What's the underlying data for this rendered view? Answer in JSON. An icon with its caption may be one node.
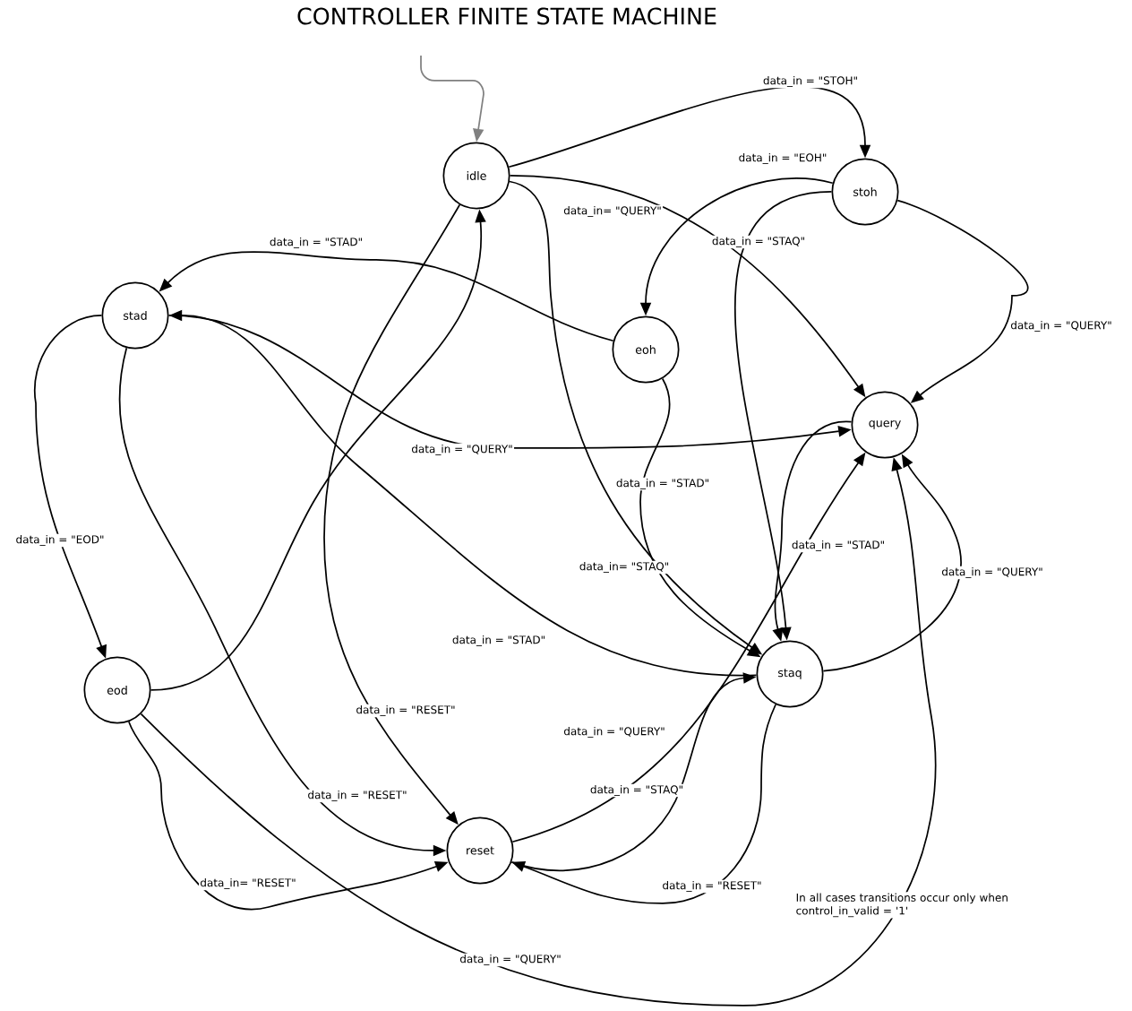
{
  "diagram": {
    "title": "CONTROLLER FINITE STATE MACHINE",
    "nodes": [
      {
        "text": [
          "idle"
        ]
      },
      {
        "text": [
          "stoh"
        ]
      },
      {
        "text": [
          "stad"
        ]
      },
      {
        "text": [
          "eoh"
        ]
      },
      {
        "text": [
          "query"
        ]
      },
      {
        "text": [
          "eod"
        ]
      },
      {
        "text": [
          "staq"
        ]
      },
      {
        "text": [
          "reset"
        ]
      }
    ],
    "edges": [
      {
        "from": null,
        "to": 0,
        "arrow": "to",
        "color": "#808080"
      },
      {
        "from": 0,
        "to": 1,
        "arrow": "to",
        "label": "data_in = \"STOH\""
      },
      {
        "from": 1,
        "to": 3,
        "arrow": "to",
        "label": "data_in = \"EOH\""
      },
      {
        "from": 0,
        "to": 4,
        "arrow": "to",
        "label": "data_in= \"QUERY\""
      },
      {
        "from": 1,
        "to": 6,
        "arrow": "to",
        "label": "data_in = \"STAQ\""
      },
      {
        "from": 1,
        "to": 4,
        "arrow": "to",
        "label": "data_in = \"QUERY\""
      },
      {
        "from": 3,
        "to": 2,
        "arrow": "to",
        "label": "data_in = \"STAD\""
      },
      {
        "from": 2,
        "to": 4,
        "arrow": "to",
        "label": "data_in = \"QUERY\""
      },
      {
        "from": 3,
        "to": 6,
        "arrow": "to",
        "label": "data_in = \"STAD\""
      },
      {
        "from": 0,
        "to": 6,
        "arrow": "to",
        "label": "data_in= \"STAQ\""
      },
      {
        "from": 6,
        "to": 2,
        "arrow": "to",
        "label": "data_in = \"STAD\""
      },
      {
        "from": 4,
        "to": 6,
        "arrow": "to",
        "label": "data_in = \"STAD\""
      },
      {
        "from": 6,
        "to": 4,
        "arrow": "to",
        "label": "data_in = \"QUERY\""
      },
      {
        "from": 2,
        "to": 5,
        "arrow": "to",
        "label": "data_in = \"EOD\""
      },
      {
        "from": 5,
        "to": 0,
        "arrow": "to"
      },
      {
        "from": 0,
        "to": 7,
        "arrow": "to",
        "label": "data_in = \"RESET\""
      },
      {
        "from": 2,
        "to": 7,
        "arrow": "to",
        "label": "data_in = \"RESET\""
      },
      {
        "from": 5,
        "to": 7,
        "arrow": "to",
        "label": "data_in= \"RESET\""
      },
      {
        "from": 5,
        "to": 4,
        "arrow": "to",
        "label": "data_in = \"QUERY\""
      },
      {
        "from": 7,
        "to": 4,
        "arrow": "to",
        "label": "data_in = \"QUERY\""
      },
      {
        "from": 7,
        "to": 6,
        "arrow": "to",
        "label": "data_in = \"STAQ\""
      },
      {
        "from": 6,
        "to": 7,
        "arrow": "to",
        "label": "data_in = \"RESET\""
      }
    ],
    "labels": [
      "In all cases transitions occur only when control_in_valid = '1'"
    ]
  }
}
